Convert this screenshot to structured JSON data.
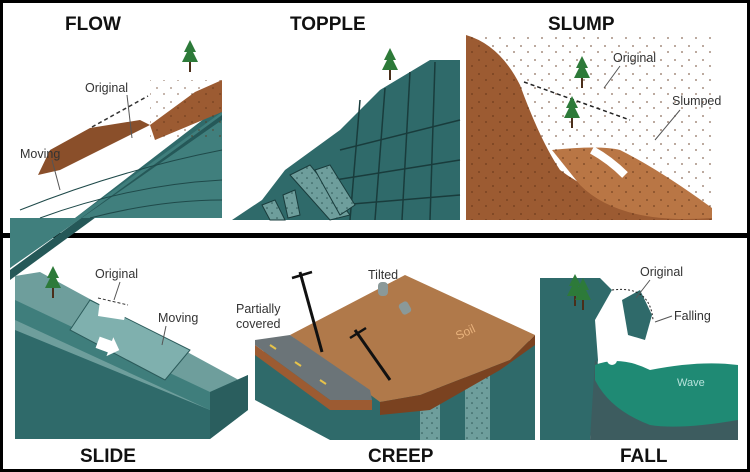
{
  "panels": {
    "flow": {
      "title": "FLOW",
      "labels": {
        "original": "Original",
        "moving": "Moving"
      }
    },
    "topple": {
      "title": "TOPPLE"
    },
    "slump": {
      "title": "SLUMP",
      "labels": {
        "original": "Original",
        "slumped": "Slumped"
      }
    },
    "slide": {
      "title": "SLIDE",
      "labels": {
        "original": "Original",
        "moving": "Moving"
      }
    },
    "creep": {
      "title": "CREEP",
      "labels": {
        "tilted": "Tilted",
        "partially": "Partially",
        "covered": "covered",
        "soil": "Soil"
      }
    },
    "fall": {
      "title": "FALL",
      "labels": {
        "original": "Original",
        "falling": "Falling",
        "wave": "Wave"
      }
    }
  },
  "colors": {
    "rock_dark": "#2f6a6a",
    "rock_light": "#7aaaa8",
    "soil": "#9c5b32",
    "soil_light": "#c38d5f",
    "tree": "#2d7a39"
  }
}
